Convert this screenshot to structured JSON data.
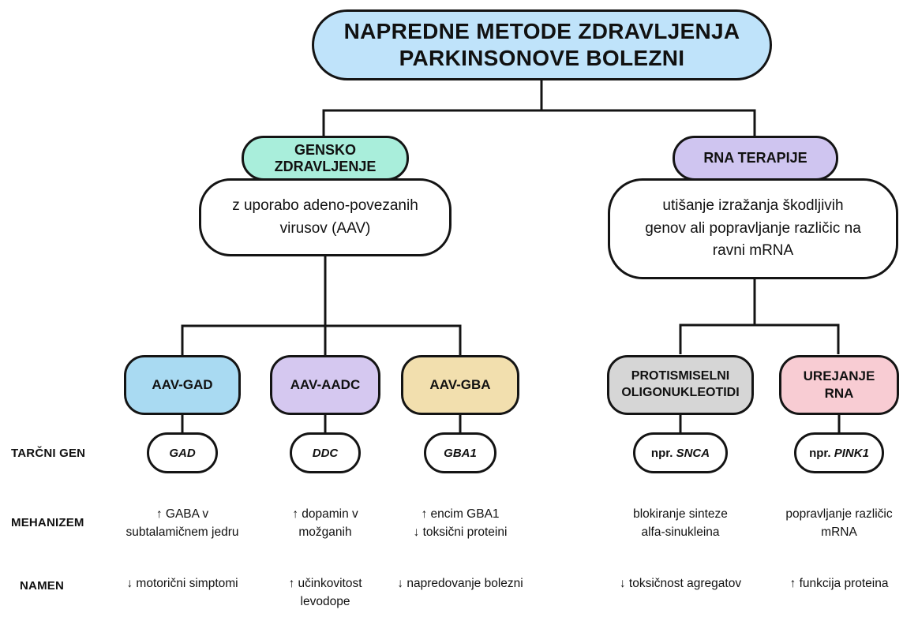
{
  "root": {
    "title_lines": [
      "NAPREDNE METODE ZDRAVLJENJA",
      "PARKINSONOVE BOLEZNI"
    ],
    "color": "#bfe3fa"
  },
  "branches": {
    "gene_therapy": {
      "label_lines": [
        "GENSKO",
        "ZDRAVLJENJE"
      ],
      "color": "#a9eedb",
      "description_lines": [
        "z uporabo adeno-povezanih",
        "virusov (AAV)"
      ]
    },
    "rna_therapies": {
      "label_lines": [
        "RNA TERAPIJE"
      ],
      "color": "#cfc5f0",
      "description_lines": [
        "utišanje izražanja škodljivih",
        "genov ali popravljanje različic na",
        "ravni mRNA"
      ]
    }
  },
  "row_labels": {
    "target_gene": "TARČNI GEN",
    "mechanism": "MEHANIZEM",
    "purpose": "NAMEN"
  },
  "columns": [
    {
      "label_lines": [
        "AAV-GAD"
      ],
      "color": "#a9daf2",
      "gene_prefix": "",
      "gene_name": "GAD",
      "mechanism_lines": [
        "↑ GABA v",
        "subtalamičnem jedru"
      ],
      "purpose_lines": [
        "↓ motorični simptomi"
      ]
    },
    {
      "label_lines": [
        "AAV-AADC"
      ],
      "color": "#d5c8f0",
      "gene_prefix": "",
      "gene_name": "DDC",
      "mechanism_lines": [
        "↑ dopamin v",
        "možganih"
      ],
      "purpose_lines": [
        "↑ učinkovitost",
        "levodope"
      ]
    },
    {
      "label_lines": [
        "AAV-GBA"
      ],
      "color": "#f2dfae",
      "gene_prefix": "",
      "gene_name": "GBA1",
      "mechanism_lines": [
        "↑ encim GBA1",
        "↓ toksični proteini"
      ],
      "purpose_lines": [
        "↓ napredovanje bolezni"
      ]
    },
    {
      "label_lines": [
        "PROTISMISELNI",
        "OLIGONUKLEOTIDI"
      ],
      "color": "#d6d6d6",
      "gene_prefix": "npr. ",
      "gene_name": "SNCA",
      "mechanism_lines": [
        "blokiranje sinteze",
        "alfa-sinukleina"
      ],
      "purpose_lines": [
        "↓ toksičnost agregatov"
      ]
    },
    {
      "label_lines": [
        "UREJANJE",
        "RNA"
      ],
      "color": "#f8ccd3",
      "gene_prefix": "npr. ",
      "gene_name": "PINK1",
      "mechanism_lines": [
        "popravljanje različic",
        "mRNA"
      ],
      "purpose_lines": [
        "↑ funkcija proteina"
      ]
    }
  ],
  "line_color": "#141414"
}
